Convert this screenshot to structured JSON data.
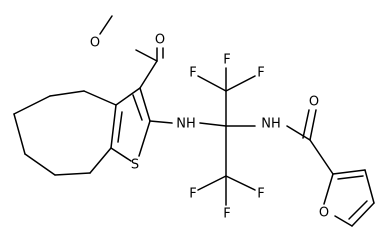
{
  "molecule": {
    "atoms": {
      "ester_o_single": "O",
      "ester_o_double": "O",
      "thiophene_s": "S",
      "amine_nh": "NH",
      "amide_nh": "NH",
      "amide_o": "O",
      "furan_o": "O",
      "f1": "F",
      "f2": "F",
      "f3": "F",
      "f4": "F",
      "f5": "F",
      "f6": "F"
    }
  }
}
